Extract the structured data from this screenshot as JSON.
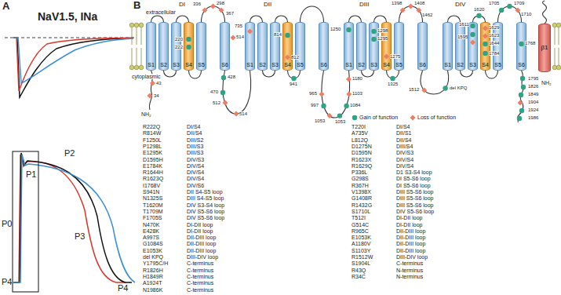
{
  "diagram": {
    "nodes": [
      {
        "text": [
          "S1"
        ]
      },
      {
        "text": [
          "S2"
        ]
      },
      {
        "text": [
          "S3"
        ]
      },
      {
        "text": [
          "S4"
        ]
      },
      {
        "text": [
          "S5"
        ]
      },
      {
        "text": [
          "S6"
        ]
      },
      {
        "text": [
          "S1"
        ]
      },
      {
        "text": [
          "S2"
        ]
      },
      {
        "text": [
          "S3"
        ]
      },
      {
        "text": [
          "S4"
        ]
      },
      {
        "text": [
          "S5"
        ]
      },
      {
        "text": [
          "S6"
        ]
      },
      {
        "text": [
          "S1"
        ]
      },
      {
        "text": [
          "S2"
        ]
      },
      {
        "text": [
          "S3"
        ]
      },
      {
        "text": [
          "S4"
        ]
      },
      {
        "text": [
          "S5"
        ]
      },
      {
        "text": [
          "S6"
        ]
      },
      {
        "text": [
          "S1"
        ]
      },
      {
        "text": [
          "S2"
        ]
      },
      {
        "text": [
          "S3"
        ]
      },
      {
        "text": [
          "S4"
        ]
      },
      {
        "text": [
          "S5"
        ]
      },
      {
        "text": [
          "S6"
        ]
      },
      {
        "text": [
          "β1"
        ]
      }
    ],
    "edges": [
      {
        "from": 0,
        "to": 1,
        "arrow": "none"
      },
      {
        "from": 1,
        "to": 2,
        "arrow": "none"
      },
      {
        "from": 2,
        "to": 3,
        "arrow": "none"
      },
      {
        "from": 3,
        "to": 4,
        "arrow": "none"
      },
      {
        "from": 4,
        "to": 5,
        "arrow": "none"
      },
      {
        "from": 5,
        "to": 6,
        "arrow": "none"
      },
      {
        "from": 6,
        "to": 7,
        "arrow": "none"
      },
      {
        "from": 7,
        "to": 8,
        "arrow": "none"
      },
      {
        "from": 8,
        "to": 9,
        "arrow": "none"
      },
      {
        "from": 9,
        "to": 10,
        "arrow": "none"
      },
      {
        "from": 10,
        "to": 11,
        "arrow": "none"
      },
      {
        "from": 11,
        "to": 12,
        "arrow": "none"
      },
      {
        "from": 12,
        "to": 13,
        "arrow": "none"
      },
      {
        "from": 13,
        "to": 14,
        "arrow": "none"
      },
      {
        "from": 14,
        "to": 15,
        "arrow": "none"
      },
      {
        "from": 15,
        "to": 16,
        "arrow": "none"
      },
      {
        "from": 16,
        "to": 17,
        "arrow": "none"
      },
      {
        "from": 17,
        "to": 18,
        "arrow": "none"
      },
      {
        "from": 18,
        "to": 19,
        "arrow": "none"
      },
      {
        "from": 19,
        "to": 20,
        "arrow": "none"
      },
      {
        "from": 20,
        "to": 21,
        "arrow": "none"
      },
      {
        "from": 21,
        "to": 22,
        "arrow": "none"
      },
      {
        "from": 22,
        "to": 23,
        "arrow": "none"
      }
    ],
    "labels": [
      "A",
      "NaV1.5, INa",
      "P0",
      "P1",
      "P2",
      "P3",
      "P4",
      "P4",
      "B",
      "DI",
      "DII",
      "DIII",
      "DIV",
      "extracellular",
      "cytoplasmic",
      "NH₂",
      "NH₂",
      "336",
      "298",
      "367",
      "514",
      "220",
      "222",
      "43",
      "34",
      "428",
      "470",
      "512",
      "514",
      "735",
      "814",
      "812",
      "941",
      "965",
      "997",
      "1053",
      "1053",
      "1084",
      "1103",
      "1180",
      "1250",
      "1298",
      "1295",
      "1275",
      "1398",
      "1408",
      "1462",
      "1325",
      "1512",
      "del KPQ",
      "1595",
      "1611",
      "1620",
      "1629",
      "1623",
      "1644",
      "1784",
      "1705",
      "1709",
      "1710",
      "1768",
      "1795",
      "1826",
      "1849",
      "1904",
      "1924",
      "1986",
      "R222Q",
      "DI/S4",
      "R814W",
      "DII/S4",
      "F1250L",
      "DIII/S2",
      "P1298L",
      "DIII/S3",
      "E1295K",
      "DIII/S3",
      "D1595H",
      "DIV/S3",
      "E1784K",
      "DIV/S4",
      "R1644H",
      "DIV/S4",
      "R1623Q",
      "DIV/S4",
      "I1768V",
      "DIV/S6",
      "S941N",
      "DII S4-S5 loop",
      "N1325S",
      "DIII S4-S5 loop",
      "T1620M",
      "DIV S3-S4 loop",
      "T1709M",
      "DIV S5-S6 loop",
      "F1705S",
      "DIV S5-S6 loop",
      "N470K",
      "DI-DII loop",
      "E428K",
      "DI-DII loop",
      "A997S",
      "DII-DIII loop",
      "G1084S",
      "DII-DIII loop",
      "E1053K",
      "DII-DIII loop",
      "del KPQ",
      "DIII-DIV loop",
      "Y1795C/H",
      "C-terminus",
      "R1826H",
      "C-terminus",
      "H1849R",
      "C-terminus",
      "A1924T",
      "C-terminus",
      "N1986K",
      "C-terminus",
      "T220I",
      "DI/S4",
      "A735V",
      "DII/S1",
      "L812Q",
      "DII/S4",
      "D1275N",
      "DIII/S4",
      "D1595N",
      "DIV/S3",
      "R1623X",
      "DIV/S4",
      "R1629Q",
      "DIV/S4",
      "P336L",
      "D1 S3-S4 loop",
      "G298S",
      "DI S5-S6 loop",
      "R367H",
      "DI S5-S6 loop",
      "V1398X",
      "DIII S5-S6 loop",
      "G1408R",
      "DIII S5-S6 loop",
      "R1432G",
      "DIII S5-S6 loop",
      "S1710L",
      "DIV S5-S6 loop",
      "T512I",
      "DI-DII loop",
      "G514C",
      "DI-DII loop",
      "R965C",
      "DII-DIII loop",
      "E1053K",
      "DII-DIII loop",
      "A1180V",
      "DII-DIII loop",
      "S1103Y",
      "DII-DIII loop",
      "R1512W",
      "DIII-DIV loop",
      "S1904L",
      "C-terminus",
      "R43Q",
      "N-terminus",
      "R34C",
      "N-terminus"
    ],
    "legend": [
      {
        "text": "Gain of function",
        "color": "#2fa383"
      },
      {
        "text": "Loss of function",
        "color": "#ec7f63"
      }
    ]
  }
}
